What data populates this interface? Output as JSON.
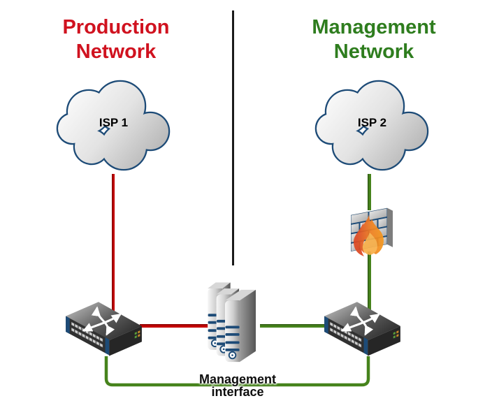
{
  "diagram": {
    "production_network": {
      "title": "Production Network",
      "title_color": "#d0121f",
      "link_color": "#c40000",
      "cloud_label": "ISP 1",
      "icons": [
        "cloud-icon",
        "switch-icon"
      ]
    },
    "management_network": {
      "title": "Management Network",
      "title_color": "#2e7d1e",
      "link_color": "#46831c",
      "cloud_label": "ISP 2",
      "icons": [
        "cloud-icon",
        "firewall-icon",
        "switch-icon"
      ]
    },
    "shared": {
      "icons": [
        "server-stack-icon"
      ],
      "management_interface_label": "Management interface"
    },
    "styles": {
      "divider_color": "#1a1a1a",
      "cloud_border_color": "#1d4b77",
      "cloud_fill_light": "#fbfbfb",
      "cloud_fill_dark": "#a9a9a9",
      "accent_navy": "#1d4b77",
      "flame_red": "#dd4a24",
      "flame_orange": "#f5991e",
      "flame_inner": "#f8b04a"
    }
  }
}
